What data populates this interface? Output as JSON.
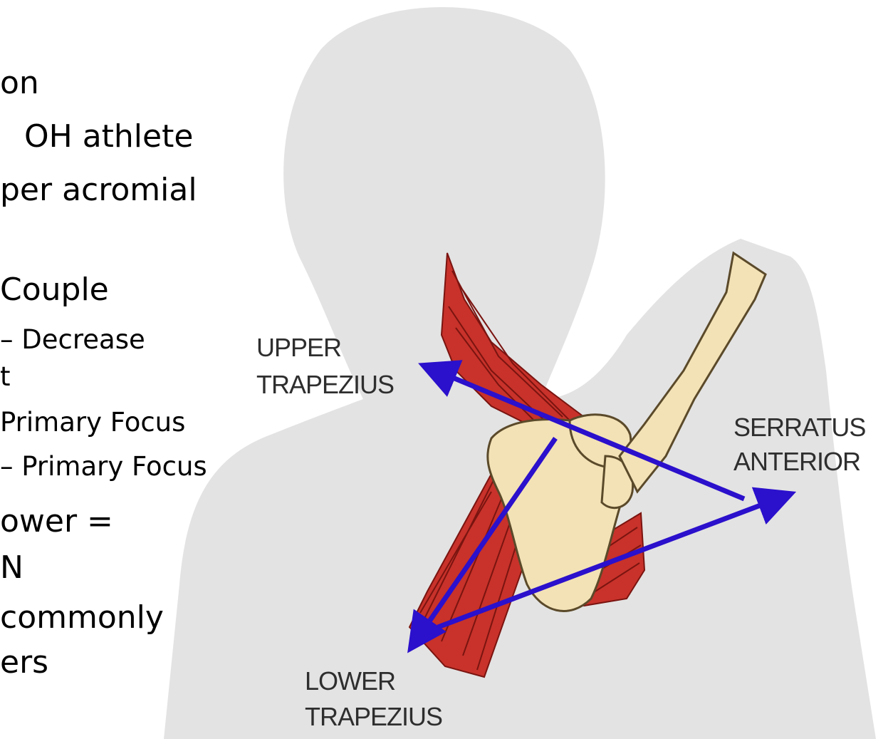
{
  "text_lines": [
    {
      "text": "on"
    },
    {
      "text": "OH athlete"
    },
    {
      "text": "per acromial"
    },
    {
      "text": "Couple"
    },
    {
      "text": "– Decrease"
    },
    {
      "text": "t"
    },
    {
      "text": "Primary Focus"
    },
    {
      "text": "– Primary Focus"
    },
    {
      "text": "ower ="
    },
    {
      "text": "N"
    },
    {
      "text": "commonly"
    },
    {
      "text": "ers"
    }
  ],
  "labels": {
    "upper_trapezius": [
      "UPPER",
      "TRAPEZIUS"
    ],
    "serratus_anterior": [
      "SERRATUS",
      "ANTERIOR"
    ],
    "lower_trapezius": [
      "LOWER",
      "TRAPEZIUS"
    ]
  },
  "colors": {
    "silhouette": "#e3e3e3",
    "muscle": "#c8322a",
    "muscle_line": "#7a1410",
    "bone": "#f3e2b6",
    "bone_outline": "#5b4a2a",
    "arrow": "#2b10cc",
    "label_text": "#2e2e2e"
  },
  "icons": {
    "arrowheads": "triangle-arrowhead-icon"
  }
}
